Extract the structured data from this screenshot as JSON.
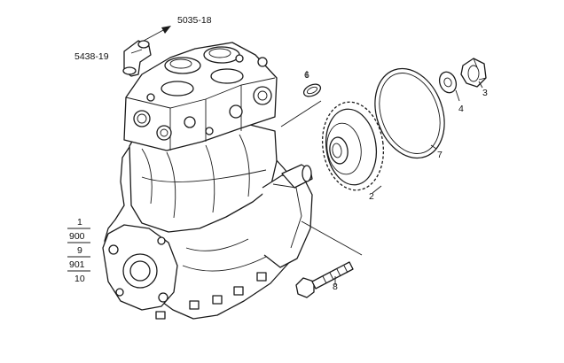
{
  "callouts": {
    "ref_5035_18": "5035-18",
    "ref_5438_19": "5438-19",
    "part_2": "2",
    "part_3": "3",
    "part_4": "4",
    "part_6": "6",
    "part_7": "7",
    "part_8": "8"
  },
  "ref_stack": {
    "items": [
      "1",
      "900",
      "9",
      "901",
      "10"
    ]
  },
  "colors": {
    "line": "#1a1a1a",
    "background": "#ffffff"
  }
}
